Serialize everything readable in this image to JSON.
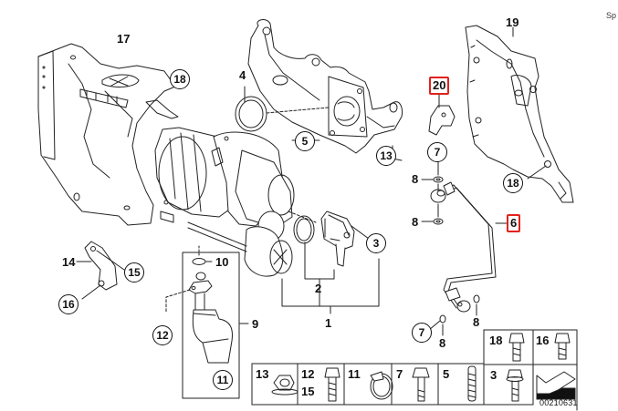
{
  "corner_text": "Sp",
  "document_number": "00210631",
  "callouts": {
    "p1": "1",
    "p2": "2",
    "p3": "3",
    "p4": "4",
    "p5": "5",
    "p6": "6",
    "p7a": "7",
    "p7b": "7",
    "p8a": "8",
    "p8b": "8",
    "p8c": "8",
    "p8d": "8",
    "p9": "9",
    "p10": "10",
    "p11": "11",
    "p12": "12",
    "p13": "13",
    "p14": "14",
    "p15": "15",
    "p16": "16",
    "p17": "17",
    "p18a": "18",
    "p18b": "18",
    "p19": "19",
    "p20": "20"
  },
  "highlighted_parts": [
    "20",
    "6"
  ],
  "highlight_color": "#e0231c",
  "hardware_table": {
    "cells": [
      {
        "labels": [
          "13"
        ],
        "icon": "flange-nut"
      },
      {
        "labels": [
          "12",
          "15"
        ],
        "icon": "hex-bolt"
      },
      {
        "labels": [
          "11"
        ],
        "icon": "hose-clamp"
      },
      {
        "labels": [
          "7"
        ],
        "icon": "hex-bolt"
      },
      {
        "labels": [
          "5"
        ],
        "icon": "stud"
      },
      {
        "labels": [
          "18"
        ],
        "icon": "hex-bolt"
      },
      {
        "labels": [
          "16"
        ],
        "icon": "hex-bolt"
      },
      {
        "labels": [
          "3"
        ],
        "icon": "flange-bolt"
      },
      {
        "labels": [],
        "icon": "direction-arrow"
      }
    ]
  }
}
